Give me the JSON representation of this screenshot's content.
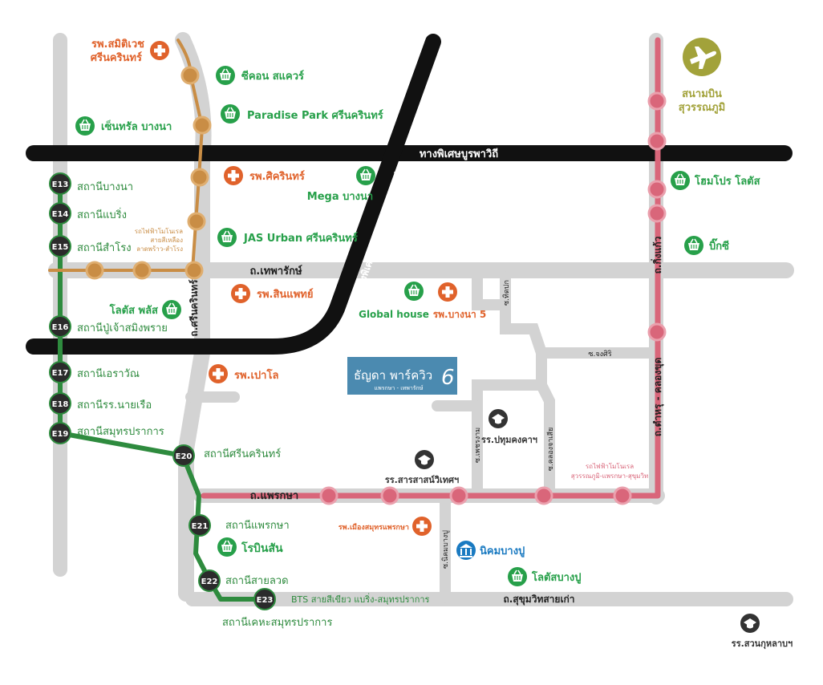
{
  "colors": {
    "road": "#d3d3d3",
    "expressway": "#111111",
    "green_line": "#2e8b3e",
    "pink_line": "#d9667a",
    "orange_line": "#c98d45",
    "hospital": "#e0622b",
    "shop": "#27a04a",
    "school": "#333333",
    "airport": "#a2a23a",
    "estate": "#1a7ac1",
    "project": "#4b8ab0"
  },
  "roads": {
    "srinakarin": "ถ.ศรีนครินทร์",
    "thepharak": "ถ.เทพารักษ์",
    "king_kaew": "ถ.กิ่งแก้ว",
    "tamru": "ถ.ตำหรุ - คลองขุด",
    "phraeksa": "ถ.แพรกษา",
    "sukhumvit_old": "ถ.สุขุมวิทสายเก่า",
    "burapha_withi": "ทางพิเศษบูรพาวิถี",
    "bangphli_expressway": "ทางพิเศษสายบางพลี-สุขสวัสดิ์",
    "soi_jongsiri": "ซ.จงศิริ",
    "soi_thisikit": "ซ.ทิดปก",
    "soi_phetthong": "ซ.เพชรงาม",
    "soi_khlong": "ซ.คลองจาเสีย",
    "soi_nikhom": "ซ.นิคมบางปู"
  },
  "stations": {
    "e13": {
      "code": "E13",
      "name": "สถานีบางนา"
    },
    "e14": {
      "code": "E14",
      "name": "สถานีแบริ่ง"
    },
    "e15": {
      "code": "E15",
      "name": "สถานีสำโรง"
    },
    "e16": {
      "code": "E16",
      "name": "สถานีปู่เจ้าสมิงพราย"
    },
    "e17": {
      "code": "E17",
      "name": "สถานีเอราวัณ"
    },
    "e18": {
      "code": "E18",
      "name": "สถานีรร.นายเรือ"
    },
    "e19": {
      "code": "E19",
      "name": "สถานีสมุทรปราการ"
    },
    "e20": {
      "code": "E20",
      "name": "สถานีศรีนครินทร์"
    },
    "e21": {
      "code": "E21",
      "name": "สถานีแพรกษา"
    },
    "e22": {
      "code": "E22",
      "name": "สถานีสายลวด"
    },
    "e23": {
      "code": "E23",
      "name": "สถานีเคหะสมุทรปราการ"
    }
  },
  "lines": {
    "bts_green": "BTS สายสีเขียว แบริ่ง-สมุทรปราการ",
    "yellow_line": [
      "รถไฟฟ้าโมโนเรล",
      "สายสีเหลือง",
      "ลาดพร้าว-สำโรง"
    ],
    "pink_line": [
      "รถไฟฟ้าโมโนเรล",
      "สุวรรณภูมิ-แพรกษา-สุขุมวิท"
    ]
  },
  "places": {
    "samitivej": [
      "รพ.สมิติเวช",
      "ศรีนครินทร์"
    ],
    "seacon": "ซีคอน สแควร์",
    "paradise": "Paradise Park ศรีนครินทร์",
    "central": "เซ็นทรัล บางนา",
    "sikarin": "รพ.ศิครินทร์",
    "mega": "Mega บางนา",
    "jas": "JAS Urban ศรีนครินทร์",
    "sinphaet": "รพ.สินแพทย์",
    "lotus_plus": "โลตัส พลัส",
    "global_house": "Global house",
    "bangna5": "รพ.บางนา 5",
    "paolo": "รพ.เปาโล",
    "homepro": "โฮมโปร โลตัส",
    "bigc": "บิ๊กซี",
    "airport": [
      "สนามบิน",
      "สุวรรณภูมิ"
    ],
    "pathumkongka": "รร.ปทุมคงคาฯ",
    "sarasas": "รร.สารสาสน์วิเทศฯ",
    "muang_hospital": "รพ.เมืองสมุทรแพรกษา",
    "robinson": "โรบินสัน",
    "nikhom": "นิคมบางปู",
    "lotus_bangpu": "โลตัสบางปู",
    "suan_kularb": "รร.สวนกุหลาบฯ"
  },
  "project": {
    "name": "ธัญดา พาร์ควิว",
    "number": "6",
    "sub": "แพรกษา - เทพารักษ์"
  }
}
